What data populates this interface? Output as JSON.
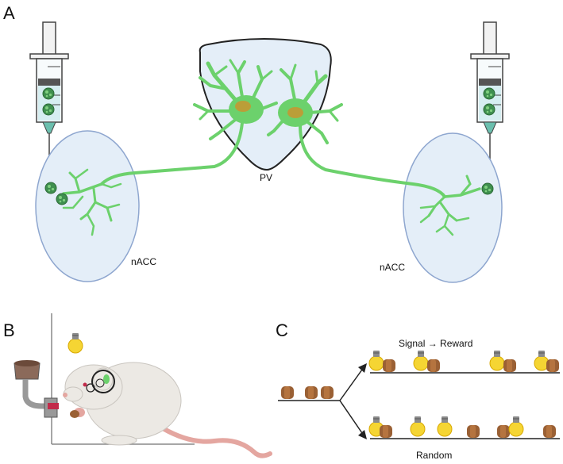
{
  "panels": {
    "a": {
      "letter": "A",
      "region_top": "PV",
      "region_left": "nACC",
      "region_right": "nACC"
    },
    "b": {
      "letter": "B"
    },
    "c": {
      "letter": "C",
      "signal_reward": "Signal → Reward",
      "random": "Random"
    }
  },
  "icons": [
    "syringe-icon",
    "virus-particle-icon",
    "neuron-icon",
    "light-bulb-icon",
    "rat-icon",
    "food-pellet-icon",
    "feeder-icon",
    "lever-icon"
  ],
  "colors": {
    "brain_fill": "#e4eef8",
    "brain_stroke": "#8ea6cf",
    "neuron": "#6cd16c",
    "neuron_dark": "#4cb24c",
    "nucleus": "#c9952f",
    "virus": "#3f8f4f",
    "bulb": "#f5d533",
    "pellet": "#9a6034",
    "rat": "#ece9e4",
    "tail": "#e4a6a0"
  }
}
